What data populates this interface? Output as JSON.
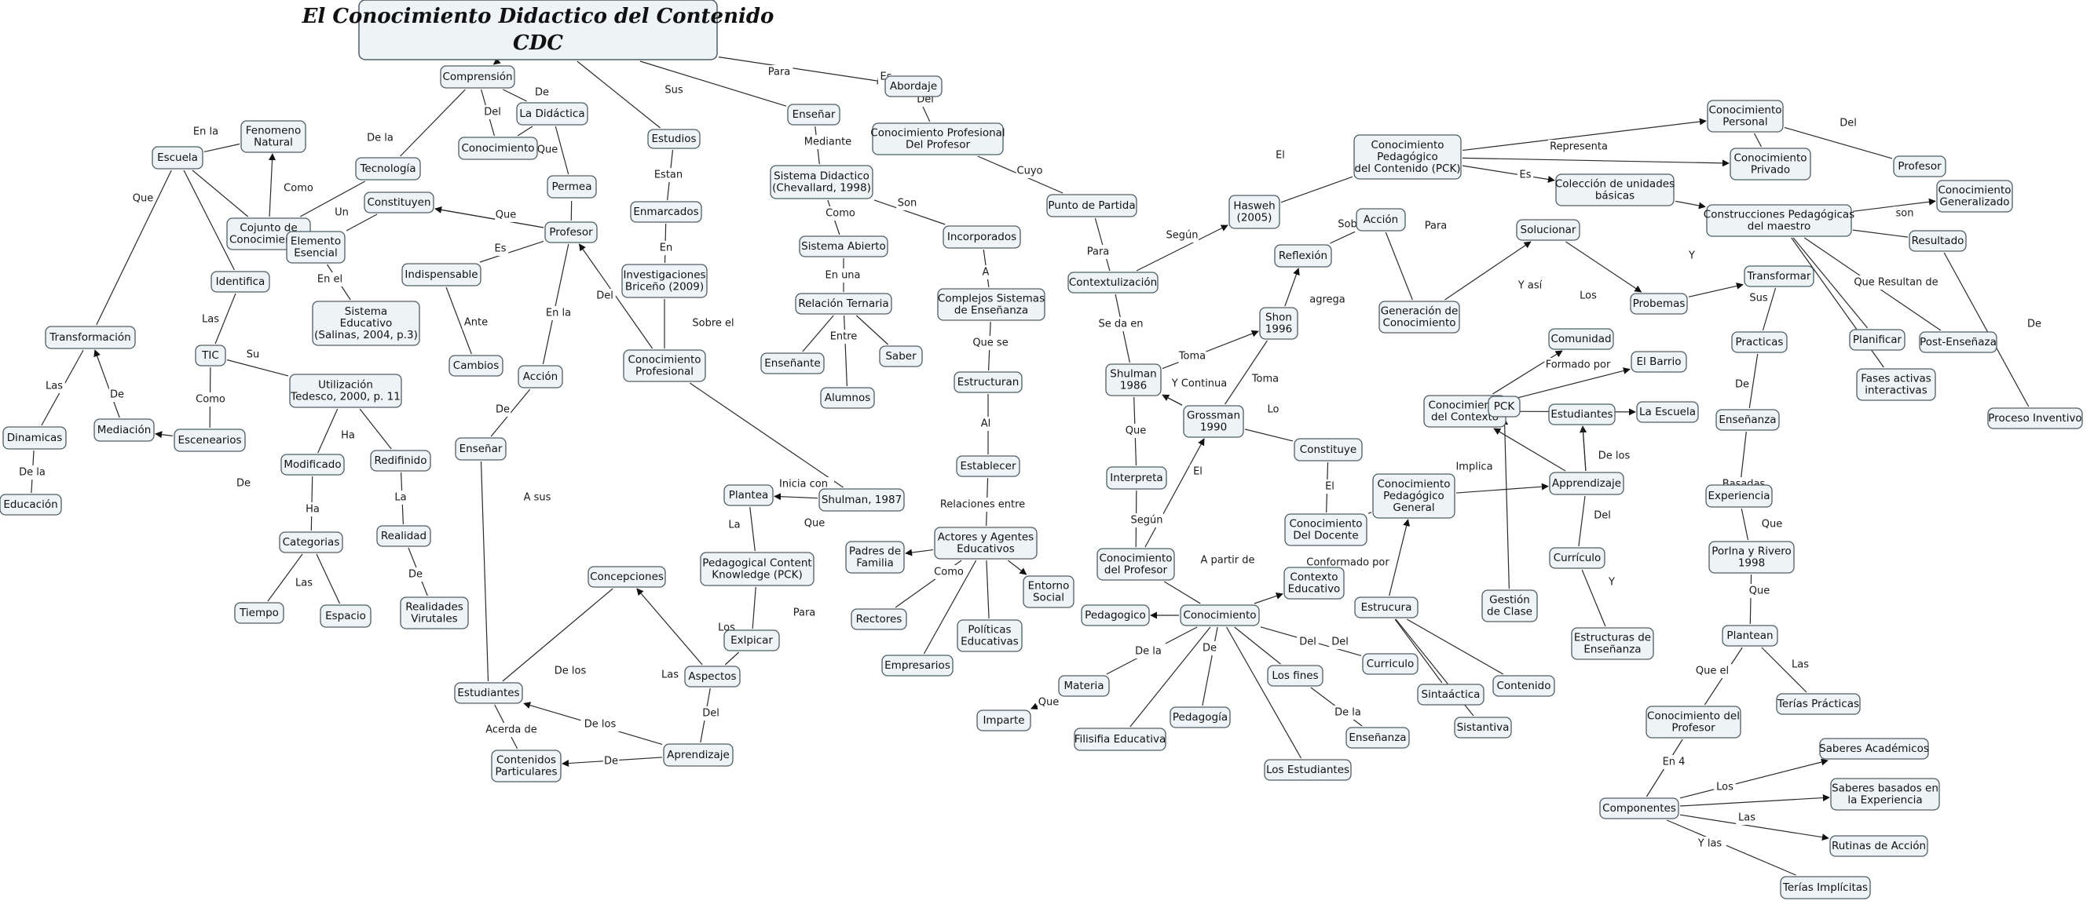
{
  "nodes": {
    "root": [
      "El Conocimiento Didactico del Contenido",
      "CDC"
    ],
    "comprension": [
      "Comprensión"
    ],
    "la_didactica": [
      "La Didáctica"
    ],
    "conocimiento_a": [
      "Conocimiento"
    ],
    "permea": [
      "Permea"
    ],
    "profesor_a": [
      "Profesor"
    ],
    "tecnologia": [
      "Tecnología"
    ],
    "fenomeno": [
      "Fenomeno",
      "Natural"
    ],
    "escuela": [
      "Escuela"
    ],
    "cojunto": [
      "Cojunto de",
      "Conocimientos"
    ],
    "identifica": [
      "Identifica"
    ],
    "tic": [
      "TIC"
    ],
    "utilizacion": [
      "Utilización",
      "Tedesco, 2000, p. 11"
    ],
    "escenearios": [
      "Escenearios"
    ],
    "transformacion": [
      "Transformación"
    ],
    "dinamicas": [
      "Dinamicas"
    ],
    "educacion": [
      "Educación"
    ],
    "mediacion": [
      "Mediación"
    ],
    "constituyen": [
      "Constituyen"
    ],
    "elemento": [
      "Elemento",
      "Esencial"
    ],
    "sistema_edu": [
      "Sistema",
      "Educativo",
      "(Salinas, 2004, p.3)"
    ],
    "indispensable": [
      "Indispensable"
    ],
    "cambios": [
      "Cambios"
    ],
    "modificado": [
      "Modificado"
    ],
    "redifinido": [
      "Redifinido"
    ],
    "categorias": [
      "Categorias"
    ],
    "tiempo": [
      "Tiempo"
    ],
    "espacio": [
      "Espacio"
    ],
    "realidad": [
      "Realidad"
    ],
    "realidades": [
      "Realidades",
      "Virutales"
    ],
    "accion_a": [
      "Acción"
    ],
    "ensenar_a": [
      "Enseñar"
    ],
    "estudios": [
      "Estudios"
    ],
    "enmarcados": [
      "Enmarcados"
    ],
    "investigaciones": [
      "Investigaciones",
      "Briceño (2009)"
    ],
    "conoc_profesional": [
      "Conocimiento",
      "Profesional"
    ],
    "ensenar_b": [
      "Enseñar"
    ],
    "sistema_did": [
      "Sistema Didactico",
      "(Chevallard, 1998)"
    ],
    "sistema_abierto": [
      "Sistema Abierto"
    ],
    "relacion": [
      "Relación Ternaria"
    ],
    "ensenante": [
      "Enseñante"
    ],
    "saber": [
      "Saber"
    ],
    "alumnos": [
      "Alumnos"
    ],
    "abordaje": [
      "Abordaje"
    ],
    "conoc_prof_del": [
      "Conocimiento Profesional",
      "Del Profesor"
    ],
    "punto": [
      "Punto de Partida"
    ],
    "incorporados": [
      "Incorporados"
    ],
    "complejos": [
      "Complejos Sistemas",
      "de Enseñanza"
    ],
    "estructuran": [
      "Estructuran"
    ],
    "establecer": [
      "Establecer"
    ],
    "actores": [
      "Actores y Agentes",
      "Educativos"
    ],
    "padres": [
      "Padres de",
      "Familia"
    ],
    "entorno": [
      "Entorno",
      "Social"
    ],
    "rectores": [
      "Rectores"
    ],
    "empresarios": [
      "Empresarios"
    ],
    "politicas": [
      "Políticas",
      "Educativas"
    ],
    "shulman87": [
      "Shulman, 1987"
    ],
    "plantea_a": [
      "Plantea"
    ],
    "pck_node": [
      "Pedagogical Content",
      "Knowledge (PCK)"
    ],
    "explicar": [
      "Exlpicar"
    ],
    "concepciones": [
      "Concepciones"
    ],
    "aspectos": [
      "Aspectos"
    ],
    "estudiantes_a": [
      "Estudiantes"
    ],
    "contenidos": [
      "Contenidos",
      "Particulares"
    ],
    "aprendizaje_a": [
      "Aprendizaje"
    ],
    "contextualizacion": [
      "Contextulización"
    ],
    "hasweh": [
      "Hasweh",
      "(2005)"
    ],
    "shulman86": [
      "Shulman",
      "1986"
    ],
    "shon": [
      "Shon",
      "1996"
    ],
    "grossman": [
      "Grossman",
      "1990"
    ],
    "interpreta": [
      "Interpreta"
    ],
    "conoc_del_prof_a": [
      "Conocimiento",
      "del Profesor"
    ],
    "constituye": [
      "Constituye"
    ],
    "conoc_docente": [
      "Conocimiento",
      "Del Docente"
    ],
    "contexto_edu": [
      "Contexto",
      "Educativo"
    ],
    "conocimiento_b": [
      "Conocimiento"
    ],
    "pedagogico": [
      "Pedagogico"
    ],
    "materia": [
      "Materia"
    ],
    "imparte": [
      "Imparte"
    ],
    "filisifia": [
      "Filisifia Educativa"
    ],
    "pedagogia": [
      "Pedagogía"
    ],
    "los_fines": [
      "Los fines"
    ],
    "ensenanza_a": [
      "Enseñanza"
    ],
    "los_estudiantes": [
      "Los Estudiantes"
    ],
    "curriculo_a": [
      "Curriculo"
    ],
    "reflexion": [
      "Reflexión"
    ],
    "accion_b": [
      "Acción"
    ],
    "cpc": [
      "Conocimiento",
      "Pedagógico",
      "del Contenido (PCK)"
    ],
    "generacion": [
      "Generación de",
      "Conocimiento"
    ],
    "conoc_personal": [
      "Conocimiento",
      "Personal"
    ],
    "conoc_privado": [
      "Conocimiento",
      "Privado"
    ],
    "profesor_b": [
      "Profesor"
    ],
    "coleccion": [
      "Colección de unidades",
      "básicas"
    ],
    "construcciones": [
      "Construcciones Pedagógicas",
      "del maestro"
    ],
    "conoc_general": [
      "Conocimiento",
      "Generalizado"
    ],
    "resultado": [
      "Resultado"
    ],
    "proceso": [
      "Proceso Inventivo"
    ],
    "solucionar": [
      "Solucionar"
    ],
    "probemas": [
      "Probemas"
    ],
    "transformar": [
      "Transformar"
    ],
    "practicas": [
      "Practicas"
    ],
    "planificar": [
      "Planificar"
    ],
    "fases": [
      "Fases activas",
      "interactivas"
    ],
    "post": [
      "Post-Enseñaza"
    ],
    "ensenanza_b": [
      "Enseñanza"
    ],
    "experiencia": [
      "Experiencia"
    ],
    "porlan": [
      "Porlna y Rivero",
      "1998"
    ],
    "plantean": [
      "Plantean"
    ],
    "conoc_del_prof_b": [
      "Conocimiento del",
      "Profesor"
    ],
    "terias_practicas": [
      "Terías Prácticas"
    ],
    "componentes": [
      "Componentes"
    ],
    "saberes_acad": [
      "Saberes Académicos"
    ],
    "saberes_exp": [
      "Saberes basados en",
      "la Experiencia"
    ],
    "rutinas": [
      "Rutinas de Acción"
    ],
    "terias_implicitas": [
      "Terías Implícitas"
    ],
    "comunidad": [
      "Comunidad"
    ],
    "el_barrio": [
      "El Barrio"
    ],
    "la_escuela": [
      "La Escuela"
    ],
    "conoc_contexto": [
      "Conocimiento",
      "del Contexto"
    ],
    "pck_small": [
      "PCK"
    ],
    "estudiantes_b": [
      "Estudiantes"
    ],
    "appre": [
      "Apprendizaje"
    ],
    "conoc_ped_gen": [
      "Conocimiento",
      "Pedagógico",
      "General"
    ],
    "curriculo_b": [
      "Currículo"
    ],
    "estructuras": [
      "Estructuras de",
      "Enseñanza"
    ],
    "estrucura": [
      "Estrucura"
    ],
    "gestion": [
      "Gestión",
      "de Clase"
    ],
    "sintactica": [
      "Sintaáctica"
    ],
    "sistantiva": [
      "Sistantiva"
    ],
    "contenido": [
      "Contenido"
    ]
  },
  "links": [
    "Sus",
    "Para",
    "Es",
    "De",
    "Del",
    "Que",
    "Al",
    "De la",
    "Como",
    "En la",
    "Que",
    "Las",
    "Su",
    "Como",
    "De",
    "Las",
    "De la",
    "De",
    "Un",
    "Que",
    "En el",
    "Es",
    "Ante",
    "Ha",
    "La",
    "Ha",
    "Las",
    "De",
    "Del",
    "En la",
    "De",
    "A sus",
    "Estan",
    "En",
    "Sobre el",
    "Inicia con",
    "Mediante",
    "Como",
    "En una",
    "Entre",
    "Son",
    "A",
    "Que se",
    "Al",
    "Relaciones entre",
    "Como",
    "Que",
    "La",
    "Para",
    "Los",
    "De los",
    "Las",
    "Del",
    "Acerda de",
    "De los",
    "De",
    "Del",
    "Cuyo",
    "Para",
    "Según",
    "Se da en",
    "El",
    "Toma",
    "Y Continua",
    "Que",
    "Según",
    "El",
    "Toma",
    "Lo",
    "El",
    "Del",
    "Conformado por",
    "A partir de",
    "De la",
    "De la",
    "De",
    "Del",
    "De la",
    "Que",
    "Sobre",
    "agrega",
    "Para",
    "Y así",
    "Los",
    "Y",
    "Sus",
    "De",
    "Basadas",
    "Que",
    "Que",
    "Que el",
    "Las",
    "En 4",
    "Los",
    "Las",
    "Y las",
    "Representa",
    "Es",
    "Del",
    "son",
    "De",
    "Que Resultan de",
    "Formado por",
    "Implica",
    "De los",
    "Del",
    "Y"
  ]
}
